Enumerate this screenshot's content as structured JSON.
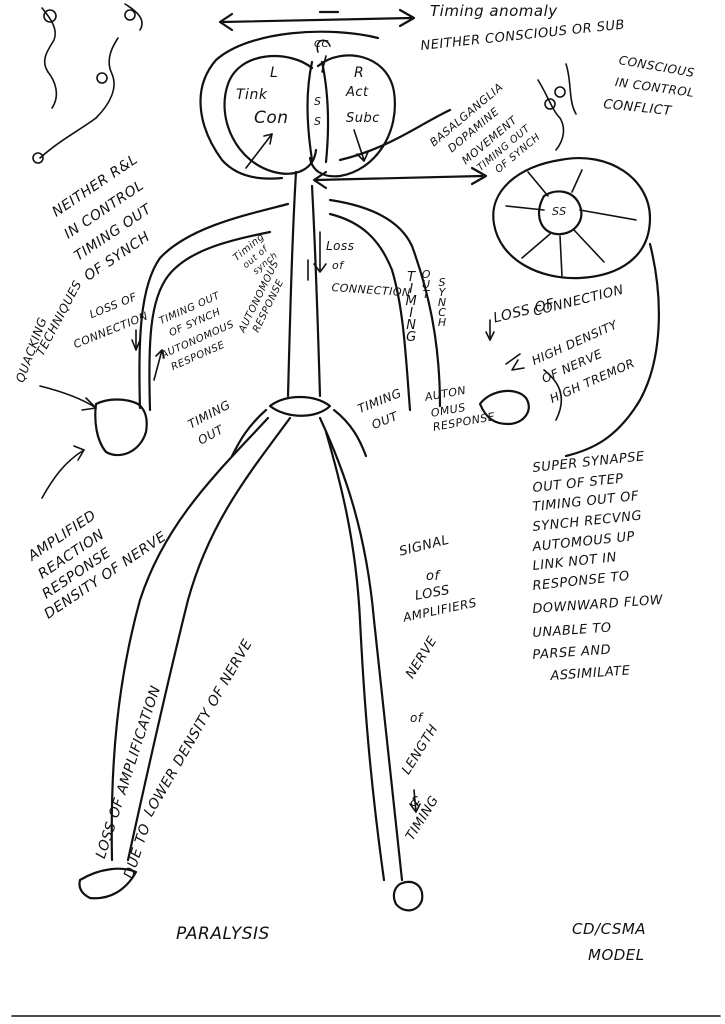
{
  "top": {
    "timing_anomaly": "Timing anomaly",
    "cc": "CC",
    "neither_conscious": "NEITHER CONSCIOUS OR SUB",
    "conscious_in_control": "CONSCIOUS",
    "in_control": "IN CONTROL",
    "conflict": "CONFLICT"
  },
  "brain": {
    "left_letter": "L",
    "right_letter": "R",
    "think": "Tink",
    "con": "Con",
    "act": "Act",
    "subc": "Subc",
    "ss1": "S",
    "ss2": "S",
    "basal": "BASALGANGLIA",
    "dopamine": "DOPAMINE",
    "movement": "MOVEMENT",
    "timing_out": "TIMING OUT",
    "of_synch": "OF SYNCH"
  },
  "left_notes": {
    "neither": "NEITHER R&L",
    "in_control": "IN CONTROL",
    "timing_out": "TIMING OUT",
    "of_synch": "OF SYNCH",
    "quacking": "QUACKING",
    "techniques": "TECHNIQUES",
    "loss_of": "LOSS OF",
    "connection": "CONNECTION"
  },
  "torso": {
    "timing_out_of_synch_1": "TIMING OUT",
    "timing_out_of_synch_2": "OF SYNCH",
    "autonomous_response_1": "AUTONOMOUS",
    "autonomous_response_2": "RESPONSE",
    "timing_out_synch_r1": "Timing",
    "timing_out_synch_r2": "out of",
    "timing_out_synch_r3": "synch",
    "autonomous_r1": "AUTONOMOUS",
    "autonomous_r2": "RESPONSE",
    "loss_of": "Loss",
    "of": "of",
    "connection": "CONNECTION",
    "timing_vertical": "TIMING",
    "out_vertical": "OUT",
    "synch_vertical": "SYNCH",
    "timing_out_left_1": "TIMING",
    "timing_out_left_2": "OUT",
    "timing_out_right_1": "TIMING",
    "timing_out_right_2": "OUT"
  },
  "right_arm": {
    "loss_of_connection_1": "LOSS OF",
    "loss_of_connection_2": "CONNECTION",
    "high_density_1": "HIGH DENSITY",
    "high_density_2": "OF NERVE",
    "high_density_3": "HIGH TREMOR",
    "auton_1": "AUTON",
    "auton_2": "OMUS",
    "auton_3": "RESPONSE",
    "ss": "SS"
  },
  "left_arm": {
    "amplified": "AMPLIFIED",
    "reaction": "REACTION",
    "response": "RESPONSE",
    "density": "DENSITY OF NERVE"
  },
  "super_synapse": [
    "SUPER SYNAPSE",
    "OUT OF STEP",
    "TIMING OUT OF",
    "SYNCH RECVNG",
    "AUTOMOUS UP",
    "LINK NOT IN",
    "RESPONSE TO",
    "DOWNWARD FLOW",
    "UNABLE TO",
    "PARSE AND",
    "ASSIMILATE"
  ],
  "right_leg": {
    "signal": "SIGNAL",
    "of": "of",
    "loss": "LOSS",
    "amplifiers": "AMPLIFIERS",
    "nerve": "NERVE",
    "of2": "of",
    "length": "LENGTH",
    "and": "&",
    "timing": "TIMING"
  },
  "left_leg": {
    "loss_of_amplification": "LOSS OF AMPLIFICATION",
    "due_to": "DUE TO",
    "lower_density": "LOWER DENSITY OF NERVE"
  },
  "bottom": {
    "paralysis": "PARALYSIS",
    "model_1": "CD/CSMA",
    "model_2": "MODEL"
  }
}
